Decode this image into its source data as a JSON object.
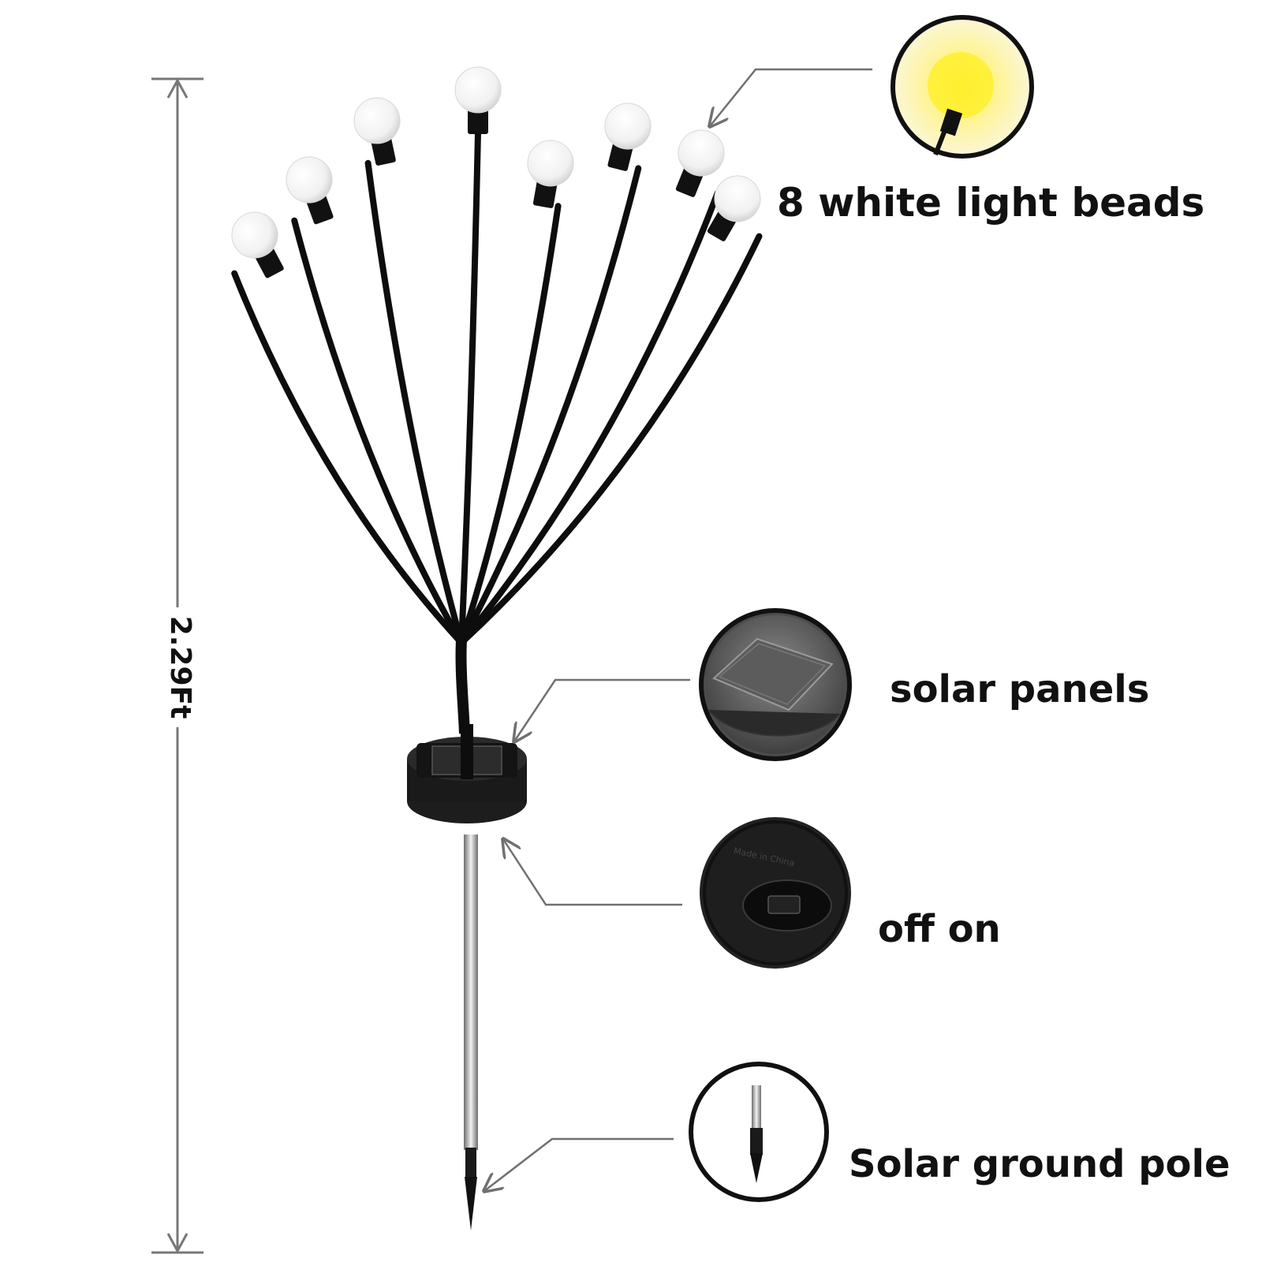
{
  "dimension": {
    "height_label": "2.29Ft"
  },
  "callouts": {
    "beads": "8 white light beads",
    "solar": "solar panels",
    "switch": "off on",
    "pole": "Solar ground pole"
  },
  "details": {
    "switch_emboss": "Made in China"
  },
  "colors": {
    "stem": "#0d0d0d",
    "bead": "#f3f3f3",
    "glow": "#fff27a",
    "arrow": "#707070",
    "pole_metal": "#c9c9c9"
  },
  "icons": [
    "arrow-icon",
    "bead-icon",
    "solar-panel-icon",
    "switch-icon",
    "ground-pole-icon"
  ]
}
